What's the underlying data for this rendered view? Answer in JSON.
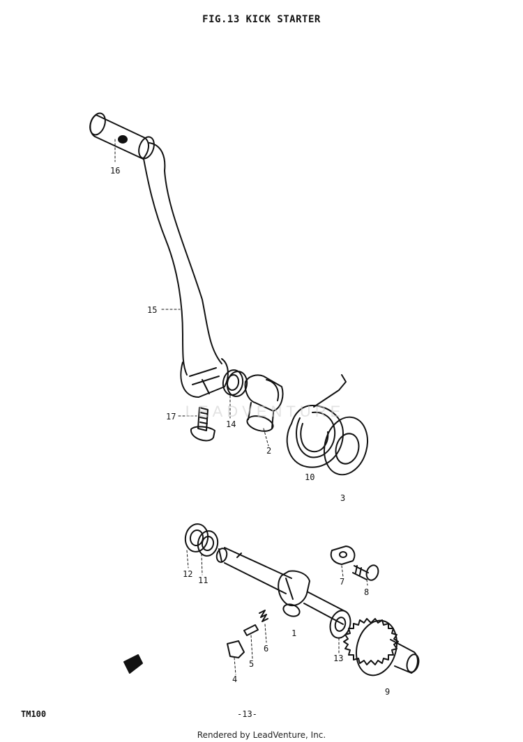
{
  "title": "FIG.13  KICK STARTER",
  "model": "TM100",
  "page_number": "-13-",
  "footer": "Rendered by LeadVenture, Inc.",
  "watermark": "LEADVENTURE",
  "callouts": [
    {
      "id": "c16",
      "text": "16"
    },
    {
      "id": "c15",
      "text": "15"
    },
    {
      "id": "c17",
      "text": "17"
    },
    {
      "id": "c14",
      "text": "14"
    },
    {
      "id": "c2",
      "text": "2"
    },
    {
      "id": "c10",
      "text": "10"
    },
    {
      "id": "c3",
      "text": "3"
    },
    {
      "id": "c12",
      "text": "12"
    },
    {
      "id": "c11",
      "text": "11"
    },
    {
      "id": "c7",
      "text": "7"
    },
    {
      "id": "c8",
      "text": "8"
    },
    {
      "id": "c1",
      "text": "1"
    },
    {
      "id": "c6",
      "text": "6"
    },
    {
      "id": "c5",
      "text": "5"
    },
    {
      "id": "c4",
      "text": "4"
    },
    {
      "id": "c13",
      "text": "13"
    },
    {
      "id": "c9",
      "text": "9"
    }
  ]
}
